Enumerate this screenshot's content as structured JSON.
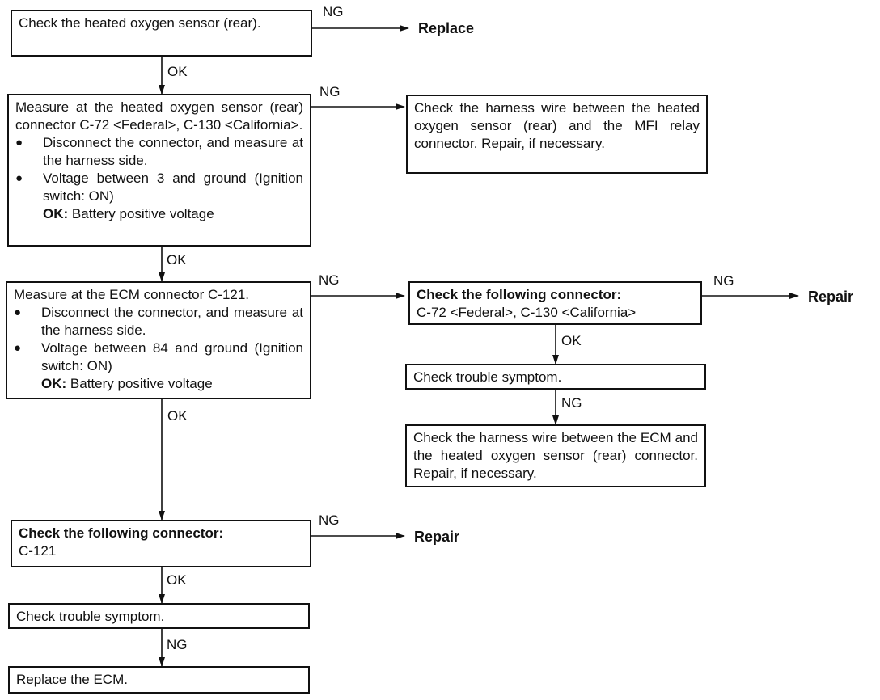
{
  "boxes": {
    "b1": {
      "text": "Check the heated oxygen sensor (rear)."
    },
    "b2": {
      "intro": "Measure at the heated oxygen sensor (rear) connector C-72 <Federal>, C-130 <California>.",
      "bullets": [
        "Disconnect the connector, and measure at the harness side.",
        "Voltage between 3 and ground (Ignition switch: ON)"
      ],
      "ok_label": "OK:",
      "ok_text": "Battery positive voltage"
    },
    "b3": {
      "text": "Check the harness wire between the heated oxygen sensor (rear) and the MFI relay connector. Repair, if necessary."
    },
    "b4": {
      "intro": "Measure at the ECM connector C-121.",
      "bullets": [
        "Disconnect the connector, and measure at the harness side.",
        "Voltage between 84 and ground (Ignition switch: ON)"
      ],
      "ok_label": "OK:",
      "ok_text": "Battery positive voltage"
    },
    "b5": {
      "title": "Check the following connector:",
      "text": "C-72 <Federal>, C-130 <California>"
    },
    "b6": {
      "text": "Check trouble symptom."
    },
    "b7": {
      "text": "Check the harness wire between the ECM and the heated oxygen sensor (rear) connector. Repair, if necessary."
    },
    "b8": {
      "title": "Check the following connector:",
      "text": "C-121"
    },
    "b9": {
      "text": "Check trouble symptom."
    },
    "b10": {
      "text": "Replace the ECM."
    }
  },
  "outcomes": {
    "replace": "Replace",
    "repair_top": "Repair",
    "repair_bottom": "Repair"
  },
  "labels": {
    "ng": "NG",
    "ok": "OK"
  }
}
